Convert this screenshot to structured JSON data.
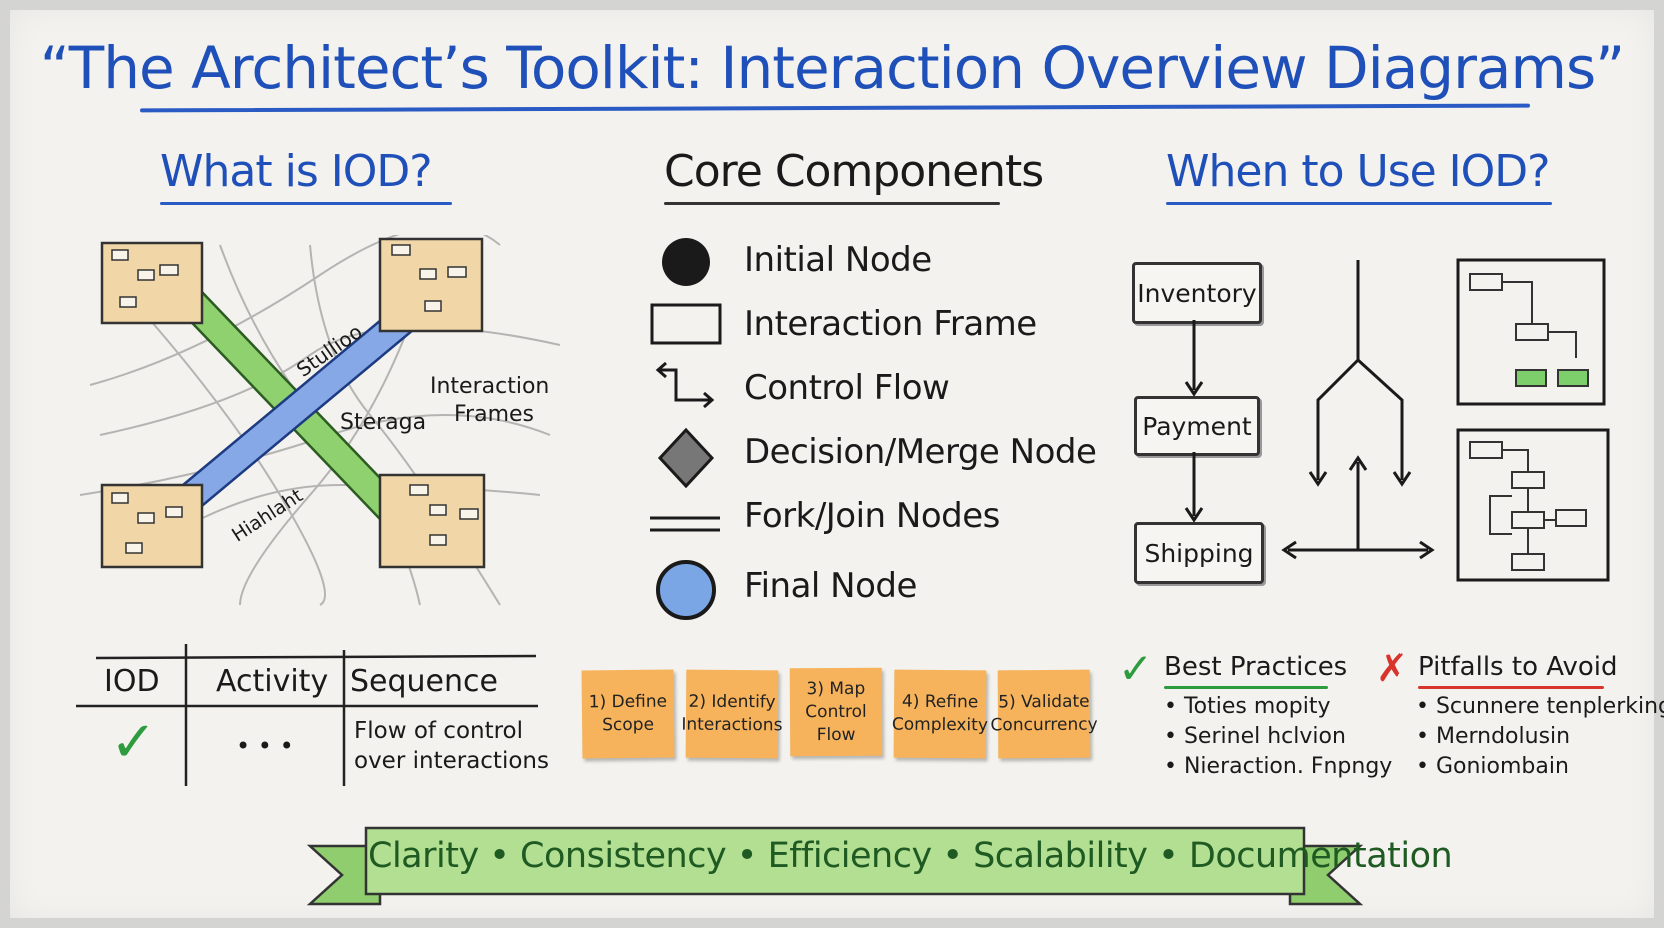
{
  "title": "“The Architect’s Toolkit: Interaction Overview Diagrams”",
  "sections": {
    "what": "What is IOD?",
    "core": "Core Components",
    "when": "When to Use IOD?"
  },
  "what_diagram": {
    "labels": [
      "Stullioo",
      "Steraga",
      "Hiahlaht",
      "Interaction",
      "Frames"
    ]
  },
  "components": [
    {
      "icon": "initial-node-icon",
      "label": "Initial Node"
    },
    {
      "icon": "interaction-frame-icon",
      "label": "Interaction Frame"
    },
    {
      "icon": "control-flow-icon",
      "label": "Control Flow"
    },
    {
      "icon": "decision-merge-icon",
      "label": "Decision/Merge Node"
    },
    {
      "icon": "fork-join-icon",
      "label": "Fork/Join Nodes"
    },
    {
      "icon": "final-node-icon",
      "label": "Final Node"
    }
  ],
  "flow": {
    "boxes": [
      "Inventory",
      "Payment",
      "Shipping"
    ]
  },
  "comparison": {
    "headers": [
      "IOD",
      "Activity",
      "Sequence"
    ],
    "row": {
      "iod": "✓",
      "activity": "• • •",
      "sequence_line1": "Flow of control",
      "sequence_line2": "over interactions"
    }
  },
  "steps": [
    {
      "line1": "1) Define",
      "line2": "Scope"
    },
    {
      "line1": "2) Identify",
      "line2": "Interactions"
    },
    {
      "line1": "3) Map",
      "line2": "Control Flow"
    },
    {
      "line1": "4) Refine",
      "line2": "Complexity"
    },
    {
      "line1": "5) Validate",
      "line2": "Concurrency"
    }
  ],
  "best_practices": {
    "mark": "✓",
    "title": "Best Practices",
    "items": [
      "• Toties mopity",
      "• Serinel hclvion",
      "• Nieraction. Fnpngy"
    ]
  },
  "pitfalls": {
    "mark": "✗",
    "title": "Pitfalls to Avoid",
    "items": [
      "• Scunnere tenplerking",
      "• Merndolusin",
      "• Goniombain"
    ]
  },
  "banner": "Clarity • Consistency • Efficiency • Scalability • Documentation",
  "colors": {
    "title_blue": "#1f4fb8",
    "sticky_orange": "#f6b35c",
    "banner_green": "#a9d98a",
    "check_green": "#2e9b3e",
    "cross_red": "#d9342b"
  }
}
